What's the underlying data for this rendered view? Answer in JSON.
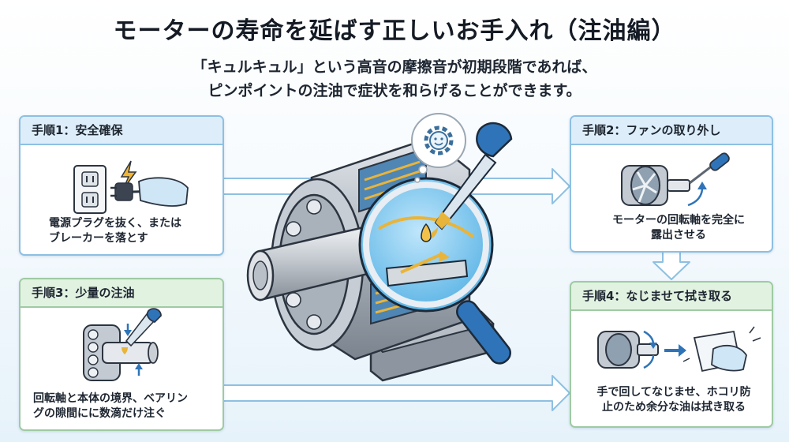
{
  "header": {
    "title": "モーターの寿命を延ばす正しいお手入れ（注油編）",
    "subtitle_line1": "「キュルキュル」という高音の摩擦音が初期段階であれば、",
    "subtitle_line2": "ピンポイントの注油で症状を和らげることができます。"
  },
  "steps": [
    {
      "label": "手順1：安全確保",
      "text_line1": "電源プラグを抜く、または",
      "text_line2": "ブレーカーを落とす"
    },
    {
      "label": "手順2：ファンの取り外し",
      "text_line1": "モーターの回転軸を完全に",
      "text_line2": "露出させる"
    },
    {
      "label": "手順3：少量の注油",
      "text_line1": "回転軸と本体の境界、ベアリン",
      "text_line2": "グの隙間にに数滴だけ注ぐ"
    },
    {
      "label": "手順4：なじませて拭き取る",
      "text_line1": "手で回してなじませ、ホコリ防",
      "text_line2": "止のため余分な油は拭き取る"
    }
  ],
  "colors": {
    "card_border_blue": "#8ec0e2",
    "card_header_blue": "#ddeefa",
    "card_border_green": "#9fcaa3",
    "card_header_green": "#e2f2e1",
    "dropper_blue": "#2f74b8",
    "oil_yellow": "#e9b43a",
    "motor_gray": "#9aa3ad"
  },
  "icons": [
    "outlet-plug-icon",
    "lightning-icon",
    "fan-removal-icon",
    "screwdriver-icon",
    "dropper-oil-icon",
    "rotation-wipe-icon",
    "cloth-icon",
    "gear-smile-icon",
    "magnifier-icon"
  ]
}
